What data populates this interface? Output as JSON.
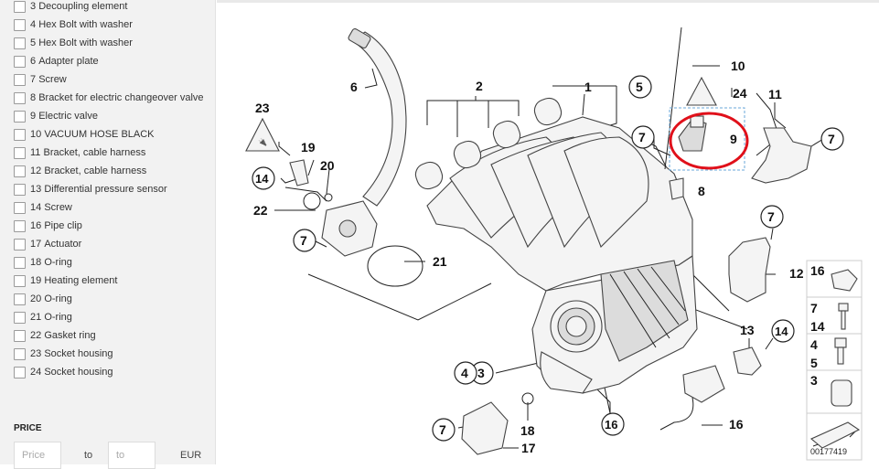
{
  "parts": [
    {
      "number": "3",
      "name": "Decoupling element"
    },
    {
      "number": "4",
      "name": "Hex Bolt with washer"
    },
    {
      "number": "5",
      "name": "Hex Bolt with washer"
    },
    {
      "number": "6",
      "name": "Adapter plate"
    },
    {
      "number": "7",
      "name": "Screw"
    },
    {
      "number": "8",
      "name": "Bracket for electric changeover valve"
    },
    {
      "number": "9",
      "name": "Electric valve"
    },
    {
      "number": "10",
      "name": "VACUUM HOSE BLACK"
    },
    {
      "number": "11",
      "name": "Bracket, cable harness"
    },
    {
      "number": "12",
      "name": "Bracket, cable harness"
    },
    {
      "number": "13",
      "name": "Differential pressure sensor"
    },
    {
      "number": "14",
      "name": "Screw"
    },
    {
      "number": "16",
      "name": "Pipe clip"
    },
    {
      "number": "17",
      "name": "Actuator"
    },
    {
      "number": "18",
      "name": "O-ring"
    },
    {
      "number": "19",
      "name": "Heating element"
    },
    {
      "number": "20",
      "name": "O-ring"
    },
    {
      "number": "21",
      "name": "O-ring"
    },
    {
      "number": "22",
      "name": "Gasket ring"
    },
    {
      "number": "23",
      "name": "Socket housing"
    },
    {
      "number": "24",
      "name": "Socket housing"
    }
  ],
  "price_filter": {
    "heading": "PRICE",
    "min_placeholder": "Price",
    "to_label": "to",
    "max_placeholder": "to",
    "currency": "EUR"
  },
  "diagram": {
    "drawing_number": "00177419",
    "highlighted_part": "9",
    "highlight_color": "#e0101a",
    "selection_box_color": "#6aa7d8",
    "callouts": [
      "1",
      "2",
      "3",
      "4",
      "5",
      "6",
      "7",
      "8",
      "9",
      "10",
      "11",
      "12",
      "13",
      "14",
      "16",
      "17",
      "18",
      "19",
      "20",
      "21",
      "22",
      "23",
      "24"
    ],
    "legend_numbers": [
      "16",
      "7",
      "14",
      "4",
      "5",
      "3"
    ]
  }
}
